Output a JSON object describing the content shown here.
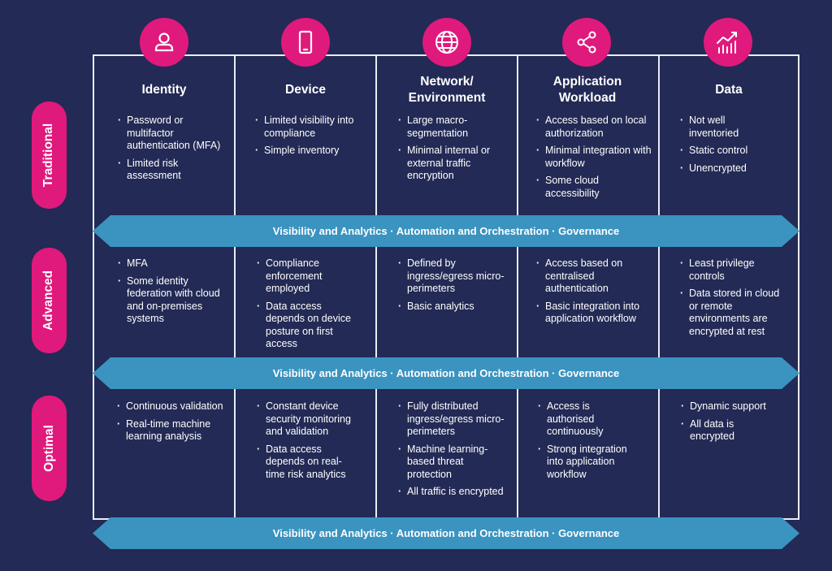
{
  "colors": {
    "background": "#232a55",
    "accent": "#e0197d",
    "band": "#3b93c0",
    "lines": "#e9ecf5"
  },
  "columns": [
    {
      "title": "Identity",
      "icon": "user-icon"
    },
    {
      "title": "Device",
      "icon": "smartphone-icon"
    },
    {
      "title": "Network/ Environment",
      "icon": "globe-icon"
    },
    {
      "title": "Application Workload",
      "icon": "share-icon"
    },
    {
      "title": "Data",
      "icon": "chart-icon"
    }
  ],
  "rows": [
    {
      "label": "Traditional",
      "cells": [
        [
          "Password or multifactor authentication (MFA)",
          "Limited risk assessment"
        ],
        [
          "Limited visibility into compliance",
          "Simple inventory"
        ],
        [
          "Large macro-segmentation",
          "Minimal internal or external traffic encryption"
        ],
        [
          "Access based on local authorization",
          "Minimal integration with workflow",
          "Some cloud accessibility"
        ],
        [
          "Not well inventoried",
          "Static control",
          "Unencrypted"
        ]
      ]
    },
    {
      "label": "Advanced",
      "cells": [
        [
          "MFA",
          "Some identity federation with cloud and on-premises systems"
        ],
        [
          "Compliance enforcement employed",
          "Data access depends on device posture on first access"
        ],
        [
          "Defined by ingress/egress micro-perimeters",
          "Basic analytics"
        ],
        [
          "Access based on centralised authentication",
          "Basic integration into application workflow"
        ],
        [
          "Least privilege controls",
          "Data stored in cloud or remote environments are encrypted at rest"
        ]
      ]
    },
    {
      "label": "Optimal",
      "cells": [
        [
          "Continuous validation",
          "Real-time machine learning analysis"
        ],
        [
          "Constant device security monitoring and validation",
          "Data access depends on real-time risk analytics"
        ],
        [
          "Fully distributed ingress/egress micro-perimeters",
          "Machine learning-based threat protection",
          "All traffic is encrypted"
        ],
        [
          "Access is authorised continuously",
          "Strong integration into application workflow"
        ],
        [
          "Dynamic support",
          "All data is encrypted"
        ]
      ]
    }
  ],
  "bands": [
    "Visibility and Analytics · Automation and Orchestration · Governance",
    "Visibility and Analytics · Automation and Orchestration · Governance",
    "Visibility and Analytics · Automation and Orchestration · Governance"
  ]
}
